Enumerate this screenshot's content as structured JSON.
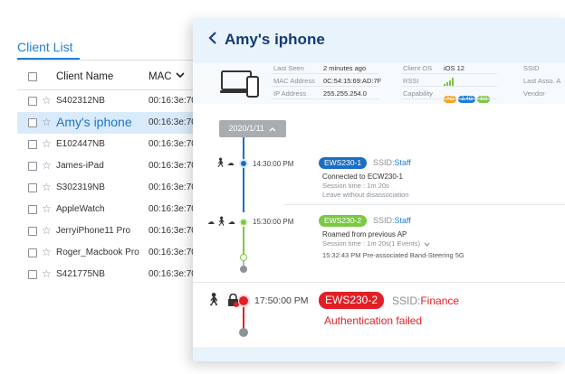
{
  "client_list": {
    "title": "Client List",
    "columns": {
      "name": "Client Name",
      "mac": "MAC"
    },
    "rows": [
      {
        "name": "S402312NB",
        "mac": "00:16:3e:70",
        "selected": false
      },
      {
        "name": "Amy's iphone",
        "mac": "00:16:3e:70",
        "selected": true
      },
      {
        "name": "E102447NB",
        "mac": "00:16:3e:70",
        "selected": false
      },
      {
        "name": "James-iPad",
        "mac": "00:16:3e:70",
        "selected": false
      },
      {
        "name": "S302319NB",
        "mac": "00:16:3e:70",
        "selected": false
      },
      {
        "name": "AppleWatch",
        "mac": "00:16:3e:70",
        "selected": false
      },
      {
        "name": "JerryiPhone11 Pro",
        "mac": "00:16:3e:70",
        "selected": false
      },
      {
        "name": "Roger_Macbook Pro",
        "mac": "00:16:3e:70",
        "selected": false
      },
      {
        "name": "S421775NB",
        "mac": "00:16:3e:70",
        "selected": false
      }
    ]
  },
  "detail": {
    "title": "Amy's iphone",
    "info": {
      "last_seen_label": "Last Seen",
      "last_seen": "2 minutes ago",
      "mac_label": "MAC Address",
      "mac": "0C:54:15:69:AD:7F",
      "ip_label": "IP Address",
      "ip": "255.255.254.0",
      "os_label": "Client OS",
      "os": "iOS 12",
      "rssi_label": "RSSI",
      "capability_label": "Capability",
      "capabilities": [
        "AC",
        "2.4G",
        "5G"
      ],
      "ssid_label": "SSID",
      "last_assoc_label": "Last Asso. A",
      "vendor_label": "Vendor"
    },
    "date": "2020/1/11",
    "events": [
      {
        "time": "14:30:00 PM",
        "ap": "EWS230-1",
        "ssid_label": "SSID:",
        "ssid": "Staff",
        "main": "Connected to ECW230-1",
        "lines": [
          "Session time : 1m 20s",
          "Leave without disassociation"
        ]
      },
      {
        "time": "15:30:00 PM",
        "ap": "EWS230-2",
        "ssid_label": "SSID:",
        "ssid": "Staff",
        "main": "Roamed from previous AP",
        "lines": [
          "Session time : 1m 20s(1 Events)",
          "15:32:43 PM    Pre-associated Band-Steering 5G"
        ]
      },
      {
        "time": "17:50:00 PM",
        "ap": "EWS230-2",
        "ssid_label": "SSID:",
        "ssid": "Finance",
        "main": "Authentication failed"
      }
    ]
  },
  "colors": {
    "accent_blue": "#1f7fd8",
    "staff_blue": "#1f7fd8",
    "ap1_blue": "#1b6fc2",
    "ap2_green": "#7ac943",
    "fail_red": "#e21f26"
  }
}
